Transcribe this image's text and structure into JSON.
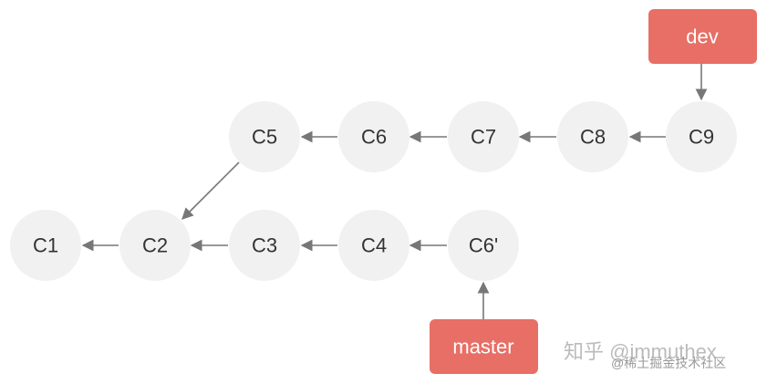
{
  "diagram": {
    "nodes": {
      "c1": "C1",
      "c2": "C2",
      "c3": "C3",
      "c4": "C4",
      "c6p": "C6'",
      "c5": "C5",
      "c6": "C6",
      "c7": "C7",
      "c8": "C8",
      "c9": "C9"
    },
    "branches": {
      "dev": "dev",
      "master": "master"
    },
    "colors": {
      "node_fill": "#f1f1f1",
      "branch_fill": "#e76f66",
      "arrow": "#777777"
    }
  },
  "watermark": {
    "main": "知乎 @immuthex",
    "sub": "@稀土掘金技术社区"
  }
}
